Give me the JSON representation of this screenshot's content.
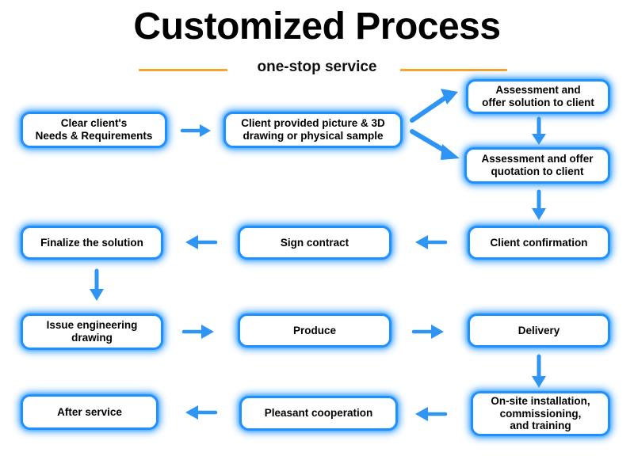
{
  "header": {
    "title": "Customized Process",
    "subtitle": "one-stop service",
    "rule_color": "#F5A331"
  },
  "theme": {
    "box_border": "#1E90FF",
    "box_fill": "#FFFFFF",
    "arrow_color": "#2E95F5",
    "text_color": "#000000",
    "background": "#FFFFFF"
  },
  "chart_data": {
    "type": "diagram",
    "title": "Customized Process",
    "subtitle": "one-stop service",
    "orientation": "serpentine-flowchart",
    "nodes": [
      {
        "id": "n1",
        "label": "Clear client's\nNeeds & Requirements"
      },
      {
        "id": "n2",
        "label": "Client provided picture & 3D\ndrawing or physical sample"
      },
      {
        "id": "n3",
        "label": "Assessment and\noffer solution to client"
      },
      {
        "id": "n4",
        "label": "Assessment and offer\nquotation to client"
      },
      {
        "id": "n5",
        "label": "Client confirmation"
      },
      {
        "id": "n6",
        "label": "Sign contract"
      },
      {
        "id": "n7",
        "label": "Finalize the solution"
      },
      {
        "id": "n8",
        "label": "Issue engineering\ndrawing"
      },
      {
        "id": "n9",
        "label": "Produce"
      },
      {
        "id": "n10",
        "label": "Delivery"
      },
      {
        "id": "n11",
        "label": "On-site installation,\ncommissioning,\nand training"
      },
      {
        "id": "n12",
        "label": "Pleasant cooperation"
      },
      {
        "id": "n13",
        "label": "After service"
      }
    ],
    "edges": [
      {
        "from": "n1",
        "to": "n2",
        "direction": "right"
      },
      {
        "from": "n2",
        "to": "n3",
        "direction": "up-right"
      },
      {
        "from": "n2",
        "to": "n4",
        "direction": "down-right"
      },
      {
        "from": "n3",
        "to": "n4",
        "direction": "down"
      },
      {
        "from": "n4",
        "to": "n5",
        "direction": "down"
      },
      {
        "from": "n5",
        "to": "n6",
        "direction": "left"
      },
      {
        "from": "n6",
        "to": "n7",
        "direction": "left"
      },
      {
        "from": "n7",
        "to": "n8",
        "direction": "down"
      },
      {
        "from": "n8",
        "to": "n9",
        "direction": "right"
      },
      {
        "from": "n9",
        "to": "n10",
        "direction": "right"
      },
      {
        "from": "n10",
        "to": "n11",
        "direction": "down"
      },
      {
        "from": "n11",
        "to": "n12",
        "direction": "left"
      },
      {
        "from": "n12",
        "to": "n13",
        "direction": "left"
      }
    ]
  },
  "nodes": {
    "n1": "Clear client's\nNeeds & Requirements",
    "n2": "Client provided picture & 3D\ndrawing or physical sample",
    "n3": "Assessment and\noffer solution to client",
    "n4": "Assessment and offer\nquotation to client",
    "n5": "Client confirmation",
    "n6": "Sign contract",
    "n7": "Finalize the solution",
    "n8": "Issue engineering\ndrawing",
    "n9": "Produce",
    "n10": "Delivery",
    "n11": "On-site installation,\ncommissioning,\nand training",
    "n12": "Pleasant cooperation",
    "n13": "After service"
  }
}
